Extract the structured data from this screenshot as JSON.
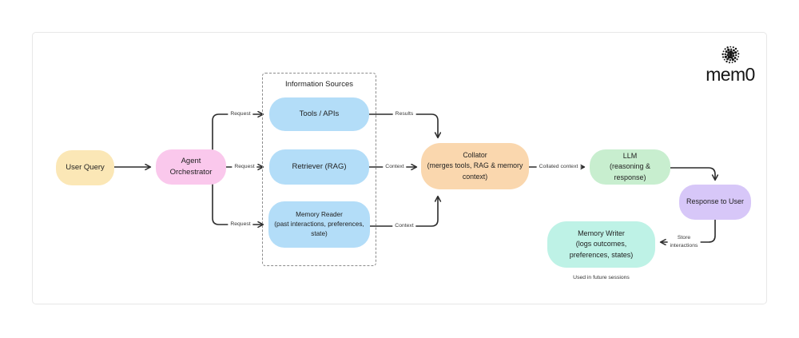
{
  "brand": {
    "wordmark": "mem0"
  },
  "diagram": {
    "nodes": {
      "user_query": {
        "label": "User Query"
      },
      "agent_orchestrator": {
        "label": "Agent Orchestrator"
      },
      "information_sources": {
        "label": "Information Sources"
      },
      "tools_apis": {
        "label": "Tools / APIs"
      },
      "retriever": {
        "label": "Retriever (RAG)"
      },
      "memory_reader": {
        "label": "Memory Reader\n(past interactions, preferences,\nstate)"
      },
      "collator": {
        "label": "Collator\n(merges tools, RAG & memory\ncontext)"
      },
      "llm": {
        "label": "LLM\n(reasoning & response)"
      },
      "response_to_user": {
        "label": "Response to User"
      },
      "memory_writer": {
        "label": "Memory Writer\n(logs outcomes,\npreferences, states)"
      }
    },
    "edge_labels": {
      "request_top": "Request",
      "request_mid": "Request",
      "request_bottom": "Request",
      "results": "Results",
      "context_mid": "Context",
      "context_bottom": "Context",
      "collated_context": "Collated context",
      "store_interactions": "Store\ninteractions"
    },
    "caption": "Used in future sessions",
    "colors": {
      "user_query": "#FBE7B6",
      "agent_orchestrator": "#FAC8EC",
      "info_source_box": "#B3DDF8",
      "collator": "#FAD7AE",
      "llm": "#C8EECF",
      "response_to_user": "#D7C7F8",
      "memory_writer": "#BEF2E6",
      "arrow": "#2b2b2b"
    }
  }
}
